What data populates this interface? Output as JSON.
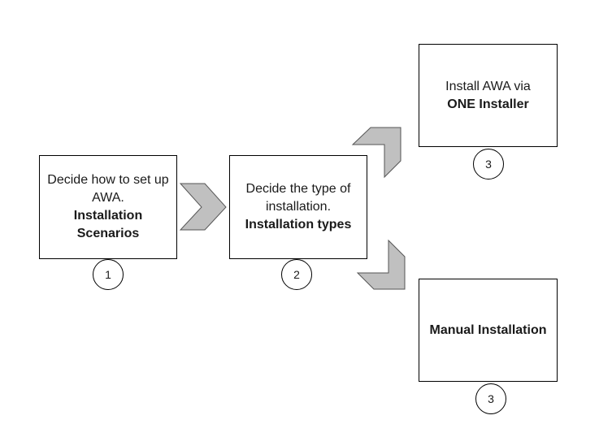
{
  "steps": [
    {
      "text": "Decide how to set up AWA.",
      "bold": "Installation Scenarios",
      "number": "1"
    },
    {
      "text": "Decide the type of installation.",
      "bold": "Installation types",
      "number": "2"
    },
    {
      "text": "Install AWA via",
      "bold": "ONE Installer",
      "number": "3"
    },
    {
      "text": "",
      "bold": "Manual Installation",
      "number": "3"
    }
  ],
  "colors": {
    "arrow_fill": "#c0c0c0",
    "arrow_stroke": "#555555",
    "border": "#000000"
  }
}
